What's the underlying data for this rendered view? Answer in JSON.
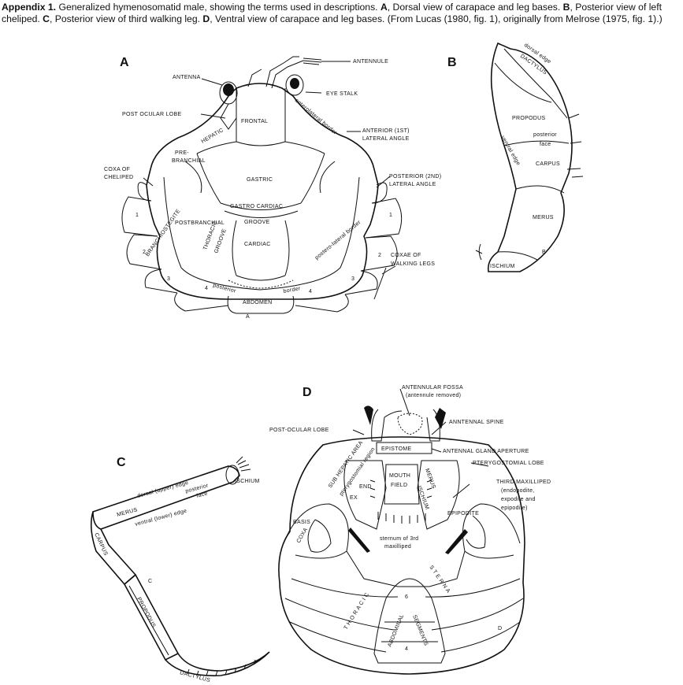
{
  "caption": {
    "lead": "Appendix 1.",
    "t1": " Generalized hymenosomatid male, showing the terms used in descriptions. ",
    "a": "A",
    "t2": ", Dorsal view of carapace and leg bases. ",
    "b": "B",
    "t3": ", Posterior view of left cheliped. ",
    "c": "C",
    "t4": ", Posterior view of third walking leg. ",
    "d": "D",
    "t5": ", Ventral view of carapace and leg bases. (From Lucas (1980, fig. 1), originally from Melrose (1975, fig. 1).)"
  },
  "panels": {
    "a": "A",
    "b": "B",
    "c": "C",
    "d": "D"
  },
  "fig_a": {
    "antennule": "ANTENNULE",
    "antenna": "ANTENNA",
    "eye_stalk": "EYE STALK",
    "post_ocular": "POST OCULAR LOBE",
    "frontal": "FRONTAL",
    "hepatic": "HEPATIC",
    "anterior_lateral": "ANTERIOR (1ST)",
    "lateral_angle": "LATERAL ANGLE",
    "antero_border": "anterolateral border",
    "pre": "PRE-",
    "branchial": "BRANCHIAL",
    "coxa_of": "COXA OF",
    "cheliped": "CHELIPED",
    "gastric": "GASTRIC",
    "posterior_2nd": "POSTERIOR (2ND)",
    "lateral_angle2": "LATERAL ANGLE",
    "gastro_cardiac": "GASTRO CARDIAC",
    "groove": "GROOVE",
    "postbranchial": "POSTBRANCHIAL",
    "cardiac": "CARDIAC",
    "thoracic": "THORACIC",
    "groove2": "GROOVE",
    "branchiostegite": "BRANCHIOSTEGITE",
    "posterolateral": "postero-lateral border",
    "coxae_of": "COXAE OF",
    "walking_legs": "WALKING LEGS",
    "posterior_w": "posterior",
    "border_w": "border",
    "abdomen": "ABDOMEN",
    "n1": "1",
    "n2": "2",
    "n3": "3",
    "n4": "4",
    "n1r": "1",
    "n2r": "2",
    "n3r": "3",
    "n4r": "4",
    "tag": "A"
  },
  "fig_b": {
    "dorsal_edge": "dorsal edge",
    "dactylus": "DACTYLUS",
    "propodus": "PROPODUS",
    "posterior": "posterior",
    "face": "face",
    "ventral_edge": "ventral edge",
    "carpus": "CARPUS",
    "merus": "MERUS",
    "ischium": "ISCHIUM",
    "tag": "B"
  },
  "fig_c": {
    "ischium": "ISCHIUM",
    "dorsal_edge": "dorsal (upper) edge",
    "posterior": "posterior",
    "face": "face",
    "merus": "MERUS",
    "ventral_edge": "ventral (lower) edge",
    "carpus": "CARPUS",
    "propodus": "PROPODUS",
    "dactylus": "DACTYLUS",
    "tag": "C"
  },
  "fig_d": {
    "antennular_fossa": "ANTENNULAR FOSSA",
    "antennule_removed": "(antennule removed)",
    "antennal_spine": "ANNTENNAL SPINE",
    "post_ocular": "POST-OCULAR LOBE",
    "epistome": "EPISTOME",
    "antennal_gland": "ANTENNAL GLAND APERTURE",
    "sub_hepatic": "SUB HEPATIC AREA",
    "pterygostomial_region": "pterygostomial region",
    "pterygostomial_lobe": "PTERYGOSTOMIAL LOBE",
    "mouth": "MOUTH",
    "field": "FIELD",
    "end": "END",
    "ex": "EX",
    "merus": "MERUS",
    "ischium": "ISCHIUM",
    "third_maxilliped": "THIRD MAXILLIPED",
    "endopodite": "(endopodite,",
    "expodite": "expodite and",
    "epipodite_p": "epipodite)",
    "epipodite": "EPIPODITE",
    "basis": "BASIS",
    "coxa": "COXA",
    "sternum": "sternum of 3rd",
    "maxilliped": "maxilliped",
    "thoracic": "T H O R A C I C",
    "sterna": "S T E R N A",
    "abdominal": "ABDOMINAL",
    "segments": "SEGMENTS",
    "n6": "6",
    "n4": "4",
    "tag": "D"
  }
}
